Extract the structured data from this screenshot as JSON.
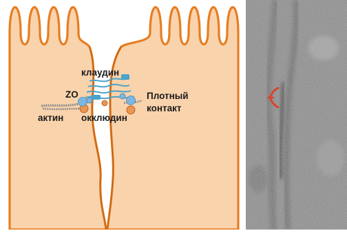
{
  "labels": {
    "claudin": "клаудин",
    "zo": "ZO",
    "actin": "актин",
    "occludin": "окклюдин",
    "tight_junction_line1": "Плотный",
    "tight_junction_line2": "контакт"
  },
  "colors": {
    "cytoplasm": "#f9d3ac",
    "membrane": "#e67e22",
    "membrane_dark": "#a65210",
    "zo_protein": "#7db7df",
    "occludin_protein": "#ec9651",
    "claudin_strand": "#4aa3c8",
    "actin_filament": "#8d8d8d",
    "micrograph_bg": "#8f8f8f",
    "junction_bracket": "#d8452c"
  },
  "icons": {
    "junction_marker": "bracket-icon"
  }
}
